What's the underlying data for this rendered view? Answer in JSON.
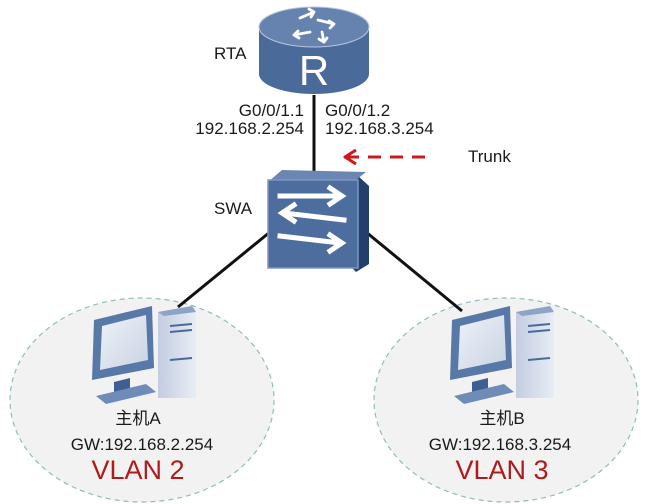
{
  "router": {
    "name": "RTA",
    "glyph": "R",
    "icon": "router-icon"
  },
  "switch": {
    "name": "SWA",
    "icon": "switch-icon"
  },
  "subinterfaces": [
    {
      "name": "G0/0/1.1",
      "ip": "192.168.2.254"
    },
    {
      "name": "G0/0/1.2",
      "ip": "192.168.3.254"
    }
  ],
  "trunk": {
    "label": "Trunk",
    "arrow_color": "#cc1a1a"
  },
  "hosts": [
    {
      "name": "主机A",
      "gateway": "GW:192.168.2.254",
      "vlan": "VLAN 2"
    },
    {
      "name": "主机B",
      "gateway": "GW:192.168.3.254",
      "vlan": "VLAN 3"
    }
  ],
  "colors": {
    "device_blue": "#4a6a9a",
    "device_dark": "#2f4d7c",
    "vlan_text": "#b01a1a",
    "vlan_zone_fill": "#f2f2f2",
    "vlan_zone_border": "#8fbcbc"
  }
}
